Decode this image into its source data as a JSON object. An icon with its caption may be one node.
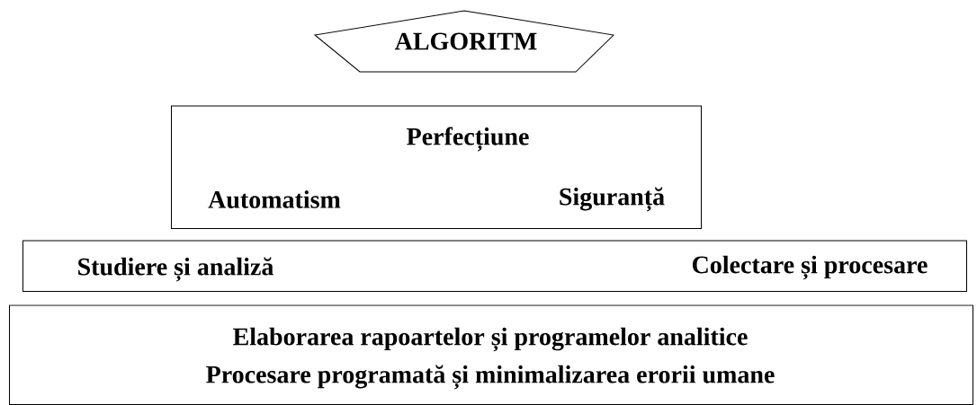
{
  "diagram": {
    "nodes": [
      {
        "text": [
          "ALGORITM"
        ]
      },
      {
        "text": [
          "Perfecțiune",
          "Automatism",
          "Siguranță"
        ]
      },
      {
        "text": [
          "Studiere și analiză",
          "Colectare și procesare"
        ]
      },
      {
        "text": [
          "Elaborarea rapoartelor și programelor analitice",
          "Procesare programată și minimalizarea erorii umane"
        ]
      }
    ],
    "edges": []
  }
}
